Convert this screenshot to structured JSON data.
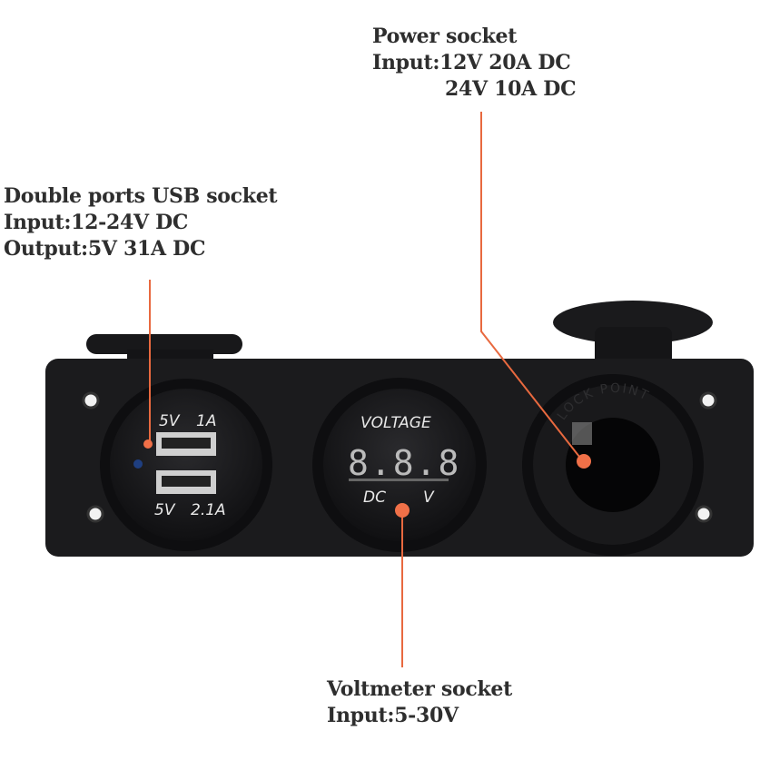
{
  "callouts": {
    "power": {
      "title": "Power socket",
      "line1": "Input:12V 20A DC",
      "line2": "24V 10A DC"
    },
    "usb": {
      "title": "Double ports USB socket",
      "line1": "Input:12-24V DC",
      "line2": "Output:5V 31A DC"
    },
    "voltmeter": {
      "title": "Voltmeter socket",
      "line1": "Input:5-30V"
    }
  },
  "panel": {
    "usb_port1_label_v": "5V",
    "usb_port1_label_a": "1A",
    "usb_port2_label_v": "5V",
    "usb_port2_label_a": "2.1A",
    "voltmeter_title": "VOLTAGE",
    "voltmeter_display": "8.8.8",
    "voltmeter_unit_left": "DC",
    "voltmeter_unit_right": "V",
    "socket_ring_text": "LOCK POINT"
  },
  "colors": {
    "callout_line": "#e8693f",
    "panel": "#1b1b1d"
  }
}
